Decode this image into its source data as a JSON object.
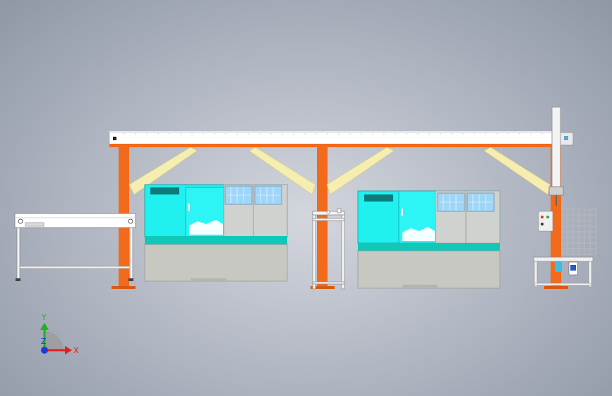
{
  "viewport": {
    "background": "#aeb4c0"
  },
  "colors": {
    "gantry_frame": "#f26a1b",
    "brace": "#f6eeb0",
    "machine_cover": "#21f0f0",
    "machine_base": "#c8c8c2",
    "machine_band": "#10c8b8",
    "window_panel": "#9fd6f7",
    "conveyor": "#ffffff"
  },
  "triad": {
    "x_label": "X",
    "y_label": "Y",
    "z_label": "Z",
    "x_color": "#e02020",
    "y_color": "#22b022",
    "z_color": "#1f3ad8"
  }
}
